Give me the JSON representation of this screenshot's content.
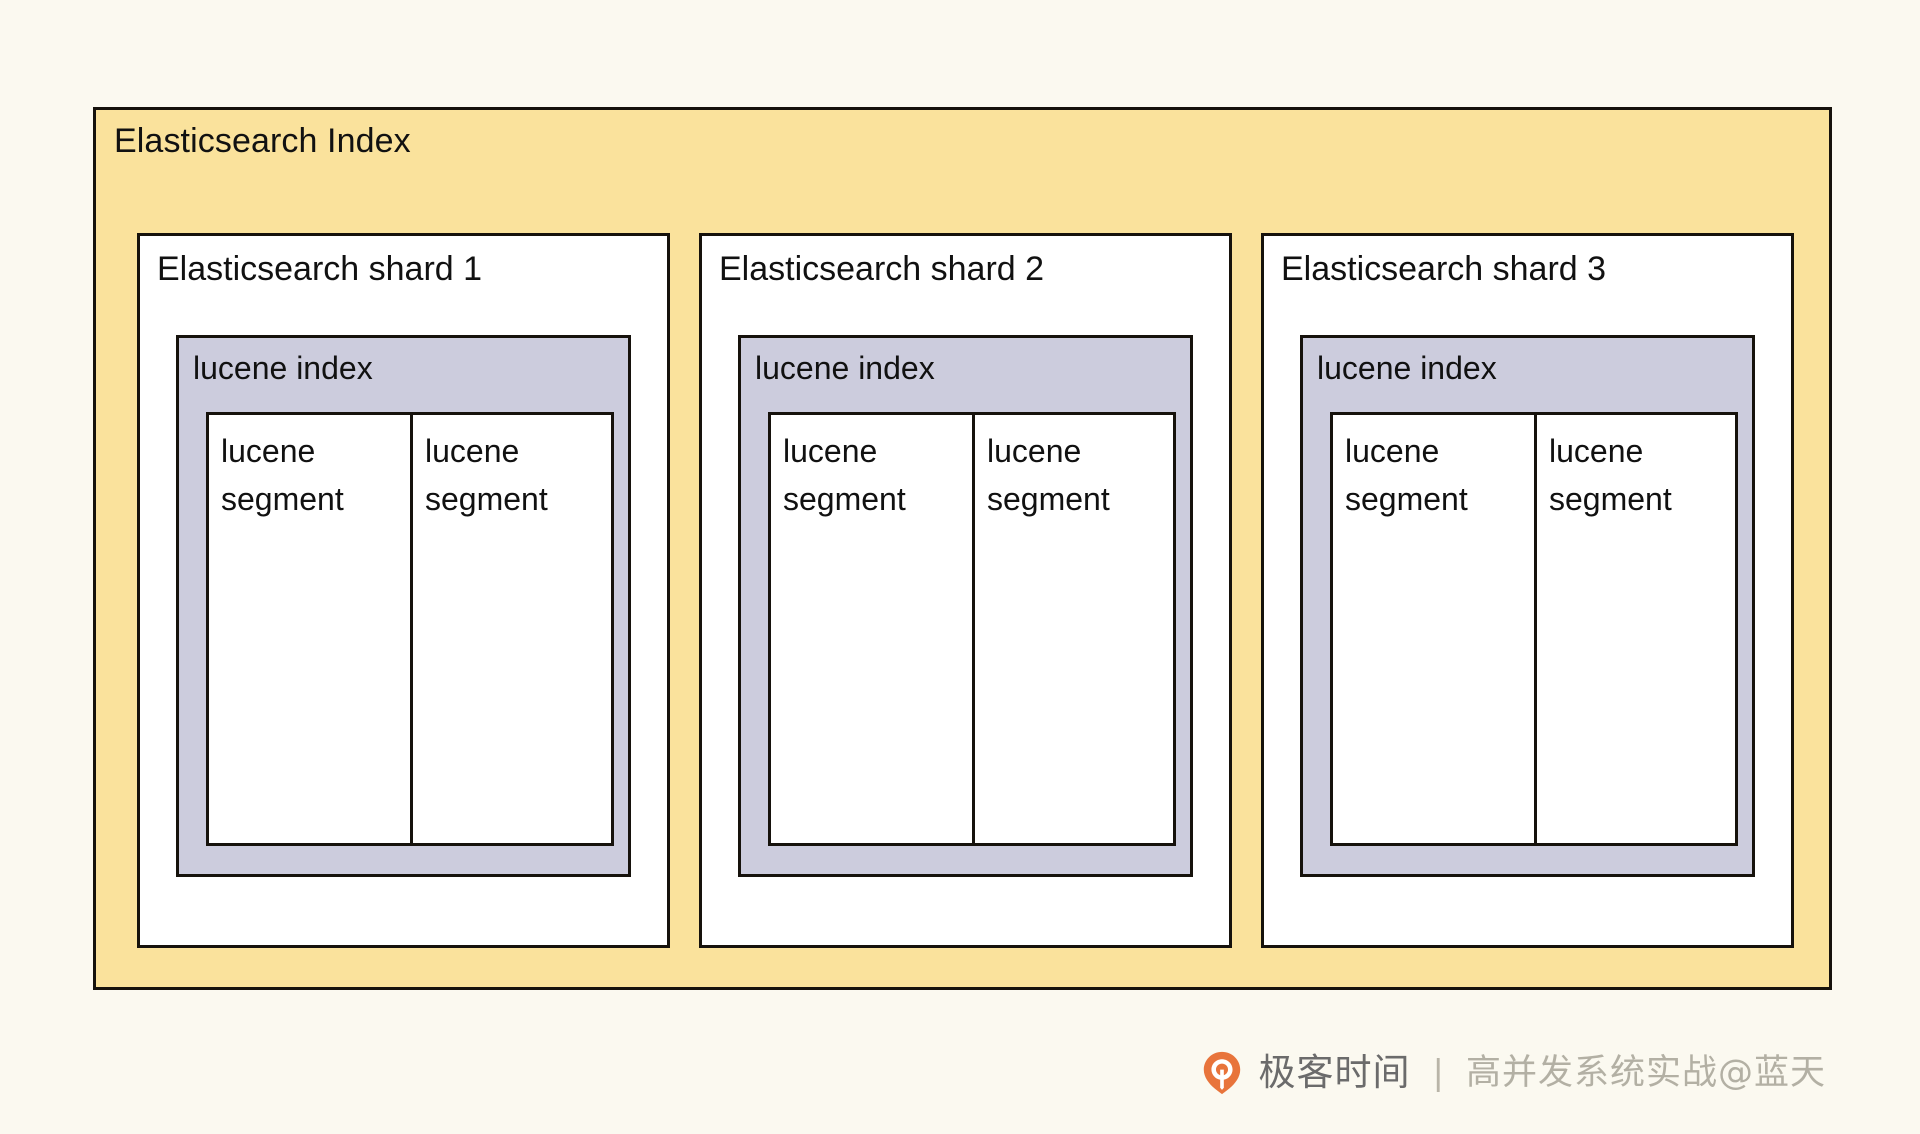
{
  "diagram": {
    "title": "Elasticsearch Index",
    "background_color": "#fbf9f0",
    "container_color": "#fae29c",
    "shard_color": "#ffffff",
    "lucene_index_color": "#ccccdd",
    "border_color": "#16120c",
    "shards": [
      {
        "title": "Elasticsearch shard 1",
        "lucene_index": {
          "title": "lucene index",
          "segments": [
            {
              "label": "lucene segment"
            },
            {
              "label": "lucene segment"
            }
          ]
        }
      },
      {
        "title": "Elasticsearch shard 2",
        "lucene_index": {
          "title": "lucene index",
          "segments": [
            {
              "label": "lucene segment"
            },
            {
              "label": "lucene segment"
            }
          ]
        }
      },
      {
        "title": "Elasticsearch shard 3",
        "lucene_index": {
          "title": "lucene index",
          "segments": [
            {
              "label": "lucene segment"
            },
            {
              "label": "lucene segment"
            }
          ]
        }
      }
    ]
  },
  "watermark": {
    "brand": "极客时间",
    "divider": "|",
    "course": "高并发系统实战@蓝天",
    "logo_color": "#e8743b"
  }
}
